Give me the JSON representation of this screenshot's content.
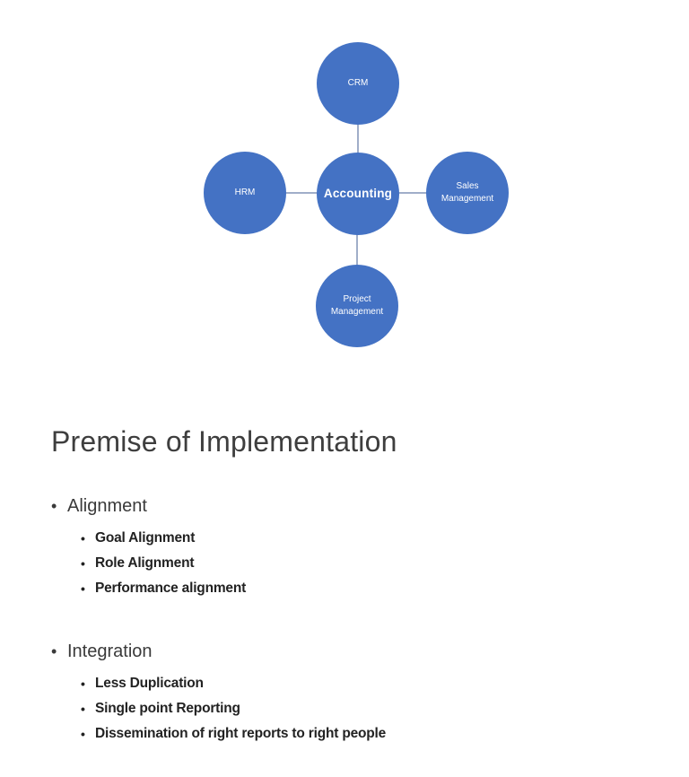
{
  "theme": {
    "node_color": "#4472c4",
    "node_text_color": "#ffffff",
    "connector_color": "#a0aec9",
    "title_color": "#3e3e3e",
    "heading_text_color": "#3a3a3a",
    "body_text_color": "#222222",
    "background": "#ffffff"
  },
  "diagram": {
    "center": {
      "label": "Accounting"
    },
    "satellites": [
      {
        "label": "CRM",
        "position": "top"
      },
      {
        "label": "HRM",
        "position": "left"
      },
      {
        "label": "Sales Management",
        "position": "right"
      },
      {
        "label": "Project Management",
        "position": "bottom"
      }
    ]
  },
  "slide": {
    "title": "Premise of Implementation",
    "bullets": [
      {
        "label": "Alignment",
        "items": [
          "Goal Alignment",
          "Role Alignment",
          "Performance alignment"
        ]
      },
      {
        "label": "Integration",
        "items": [
          "Less Duplication",
          "Single point Reporting",
          "Dissemination of right reports to right people"
        ]
      }
    ]
  }
}
